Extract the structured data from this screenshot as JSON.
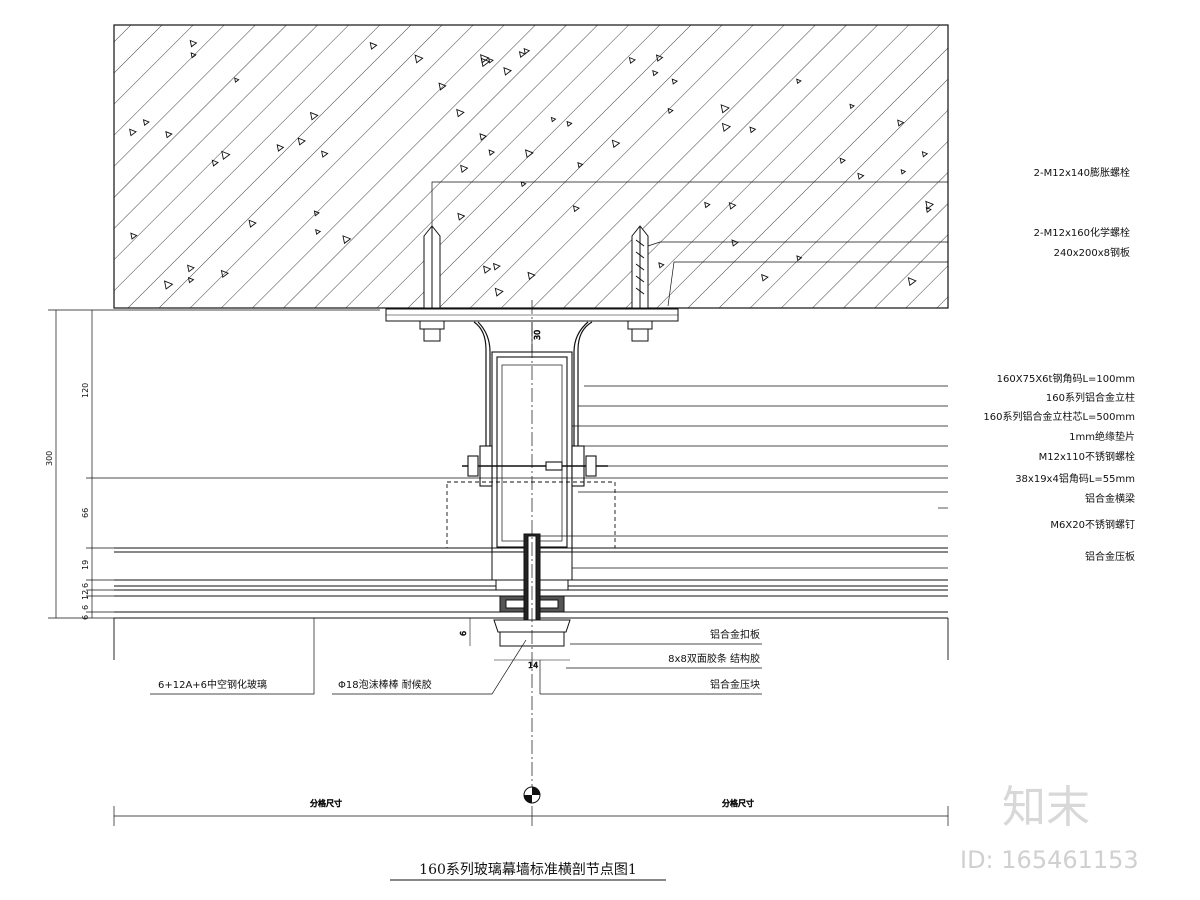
{
  "drawing": {
    "title": "160系列玻璃幕墙标准横剖节点图1",
    "watermark": {
      "logo": "知末",
      "id": "ID: 165461153"
    }
  },
  "labels_right": [
    "2-M12x140膨胀螺栓",
    "2-M12x160化学螺栓",
    "240x200x8钢板",
    "160X75X6t钢角码L=100mm",
    "160系列铝合金立柱",
    "160系列铝合金立柱芯L=500mm",
    "1mm绝缘垫片",
    "M12x110不锈钢螺栓",
    "38x19x4铝角码L=55mm",
    "铝合金横梁",
    "M6X20不锈钢螺钉",
    "铝合金压板"
  ],
  "labels_bottom_right": [
    "铝合金扣板",
    "8x8双面胶条 结构胶",
    "铝合金压块"
  ],
  "labels_bottom_left": [
    "6+12A+6中空钢化玻璃",
    "Φ18泡沫棒棒 耐候胶"
  ],
  "dimensions_left": [
    "300",
    "120",
    "66",
    "19",
    "6",
    "12",
    "6",
    "6"
  ],
  "dimensions_other": {
    "top_small": "30",
    "bottom_left": "分格尺寸",
    "bottom_right": "分格尺寸",
    "small_a": "6",
    "small_b": "14"
  },
  "colors": {
    "line": "#111111",
    "watermark": "#d8d8d8"
  }
}
